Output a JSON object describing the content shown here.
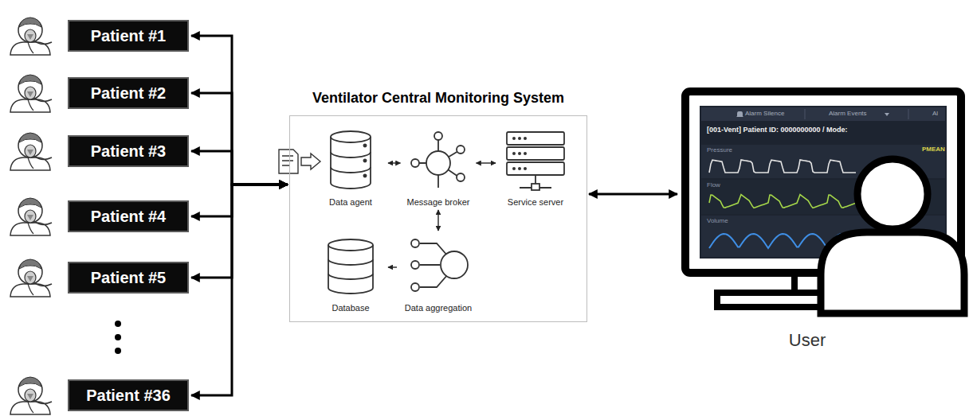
{
  "diagram": {
    "nodes": [
      {
        "text": [
          "Patient #1"
        ]
      },
      {
        "text": [
          "Patient #2"
        ]
      },
      {
        "text": [
          "Patient #3"
        ]
      },
      {
        "text": [
          "Patient #4"
        ]
      },
      {
        "text": [
          "Patient #5"
        ]
      },
      {
        "text": [
          "Patient #36"
        ]
      },
      {
        "text": [
          "Ventilator Central Monitoring System"
        ]
      },
      {
        "text": [
          "Data agent"
        ],
        "in": 6
      },
      {
        "text": [
          "Message broker"
        ],
        "in": 6
      },
      {
        "text": [
          "Service server"
        ],
        "in": 6
      },
      {
        "text": [
          "Database"
        ],
        "in": 6
      },
      {
        "text": [
          "Data aggregation"
        ],
        "in": 6
      },
      {
        "text": [
          "User"
        ]
      }
    ],
    "edges": [
      {
        "from": 6,
        "to": 0,
        "arrow": "both"
      },
      {
        "from": 6,
        "to": 1,
        "arrow": "both"
      },
      {
        "from": 6,
        "to": 2,
        "arrow": "both"
      },
      {
        "from": 6,
        "to": 3,
        "arrow": "both"
      },
      {
        "from": 6,
        "to": 4,
        "arrow": "both"
      },
      {
        "from": 6,
        "to": 5,
        "arrow": "both"
      },
      {
        "from": 7,
        "to": 8,
        "arrow": "both"
      },
      {
        "from": 8,
        "to": 9,
        "arrow": "both"
      },
      {
        "from": 8,
        "to": 11,
        "arrow": "both"
      },
      {
        "from": 11,
        "to": 10,
        "arrow": "to"
      },
      {
        "from": 6,
        "to": 12,
        "arrow": "both"
      }
    ],
    "labels": [
      "Alarm Silence",
      "Alarm Events",
      "Al",
      "[001-Vent] Patient ID: 0000000000 / Mode:",
      "Pressure",
      "Flow",
      "Volume",
      "PMEAN"
    ]
  }
}
